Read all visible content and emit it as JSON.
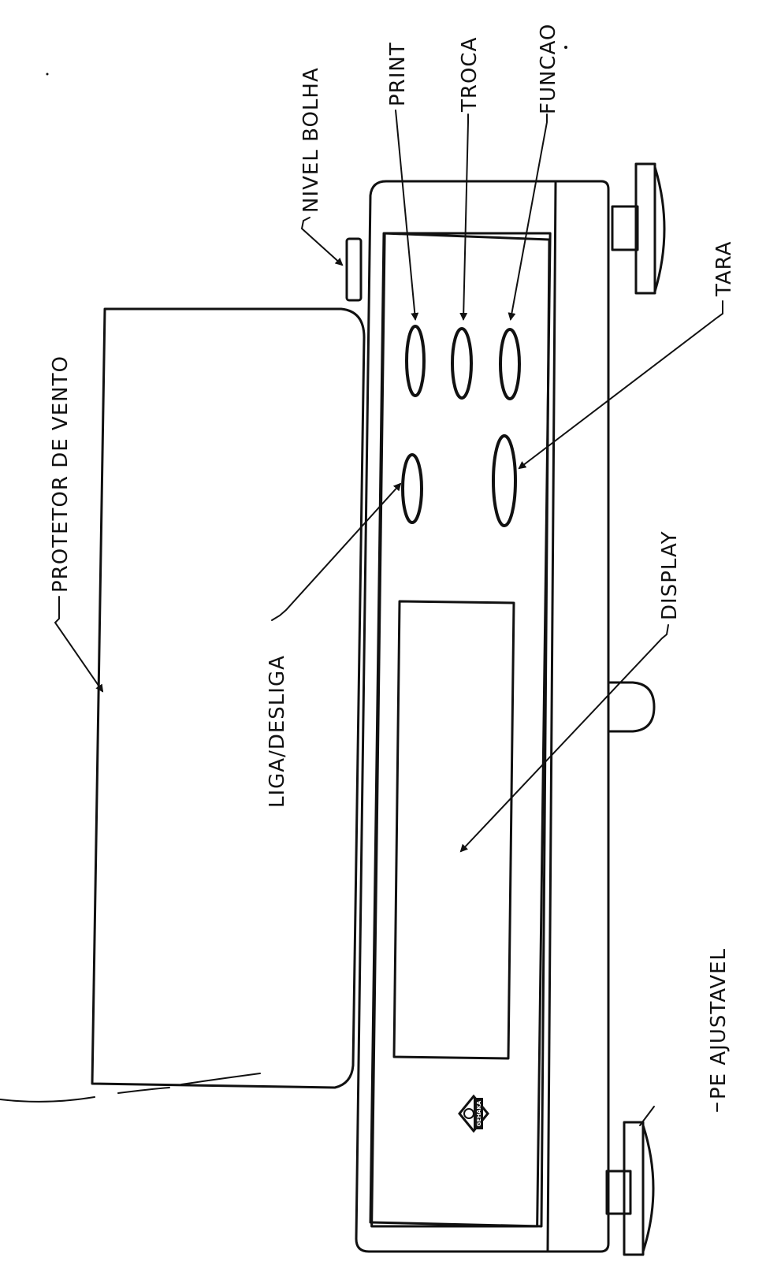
{
  "labels": {
    "protetor_de_vento": "PROTETOR DE VENTO",
    "nivel_bolha": "NIVEL BOLHA",
    "print": "PRINT",
    "troca": "TROCA",
    "funcao": "FUNCAO",
    "tara": "TARA",
    "display": "DISPLAY",
    "liga_desliga": "LIGA/DESLIGA",
    "pe_ajustavel": "PE AJUSTAVEL"
  },
  "logo": {
    "text": "GEHAKA"
  },
  "colors": {
    "ink": "#111111",
    "paper": "#ffffff"
  }
}
